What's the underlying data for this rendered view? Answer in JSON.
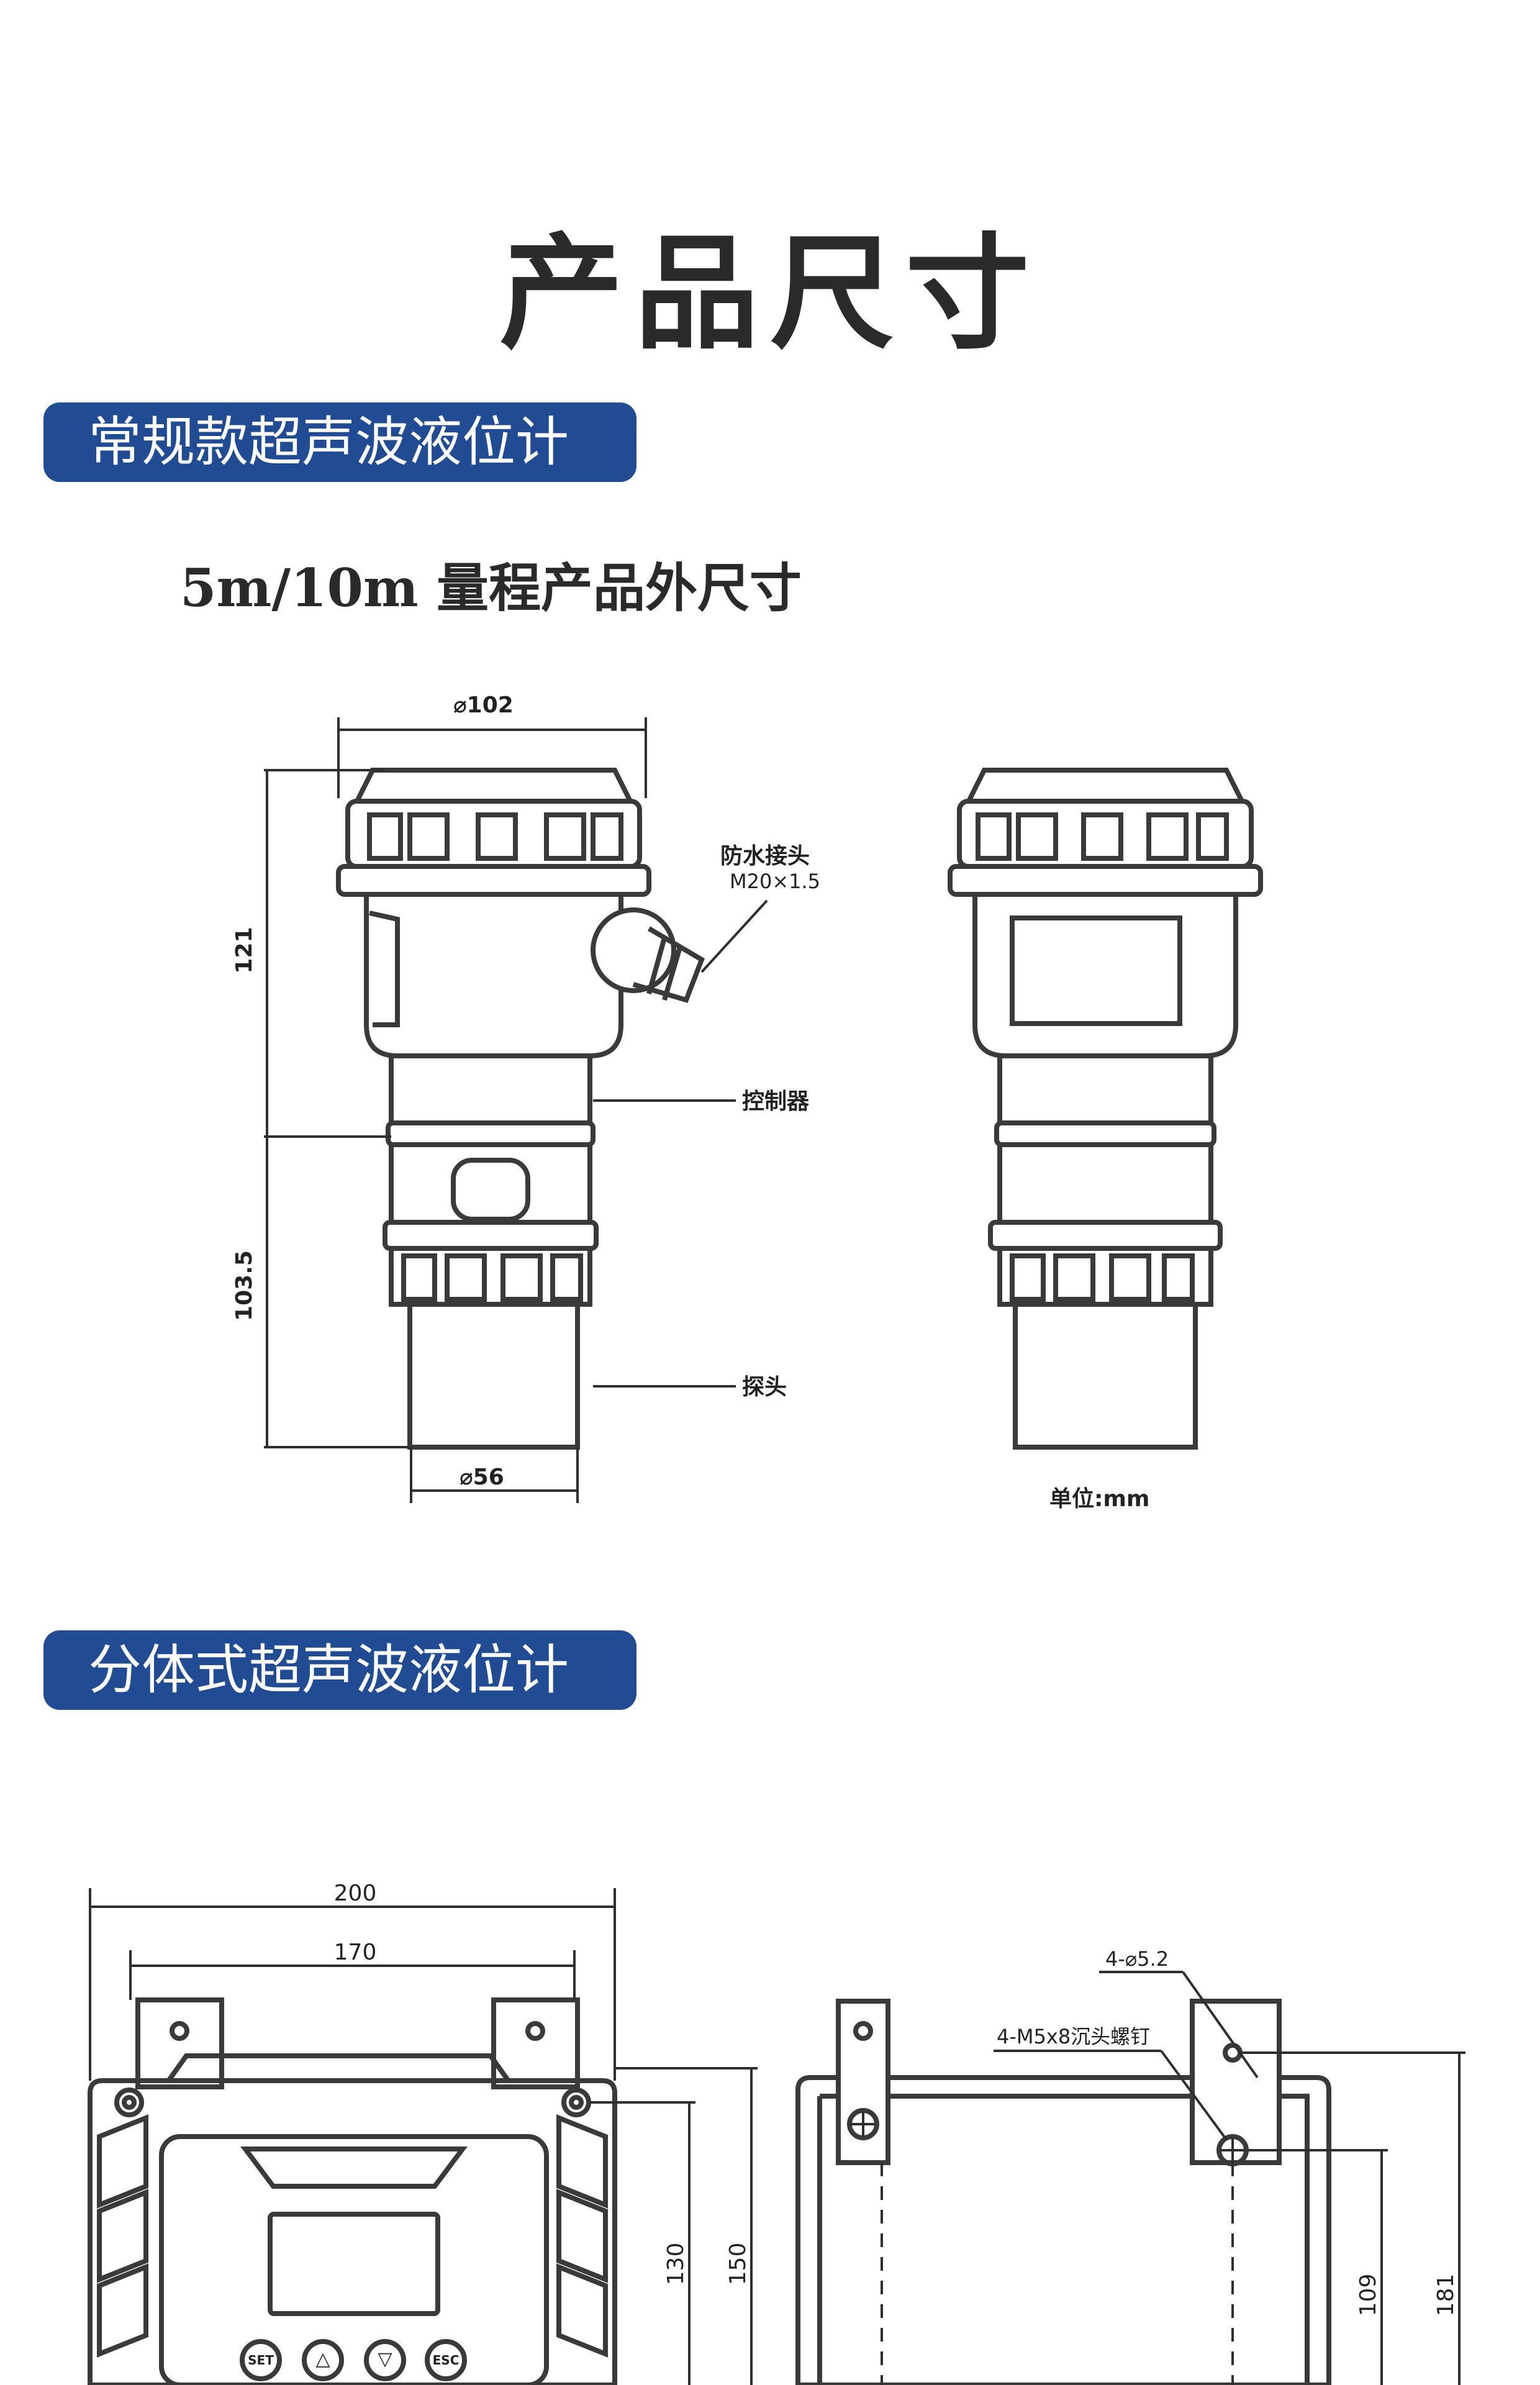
{
  "title": "产品尺寸",
  "sections": [
    {
      "label": "常规款超声波液位计",
      "subtitle": "5m/10m 量程产品外尺寸",
      "dimensions": {
        "top_diameter": "⌀102",
        "upper_height": "121",
        "lower_height": "103.5",
        "bottom_diameter": "⌀56"
      },
      "callouts": {
        "waterproof_joint": "防水接头",
        "thread_spec": "M20×1.5",
        "control_box": "控制器",
        "probe": "探头"
      },
      "unit": "单位:mm"
    },
    {
      "label": "分体式超声波液位计",
      "dimensions": {
        "overall_width": "200",
        "mount_width": "170",
        "height_a": "130",
        "height_b": "150",
        "hole_diameter": "4-⌀5.2",
        "screw_spec": "4-M5x8沉头螺钉",
        "height_c": "109",
        "height_d": "181"
      },
      "keys": [
        "SET",
        "△",
        "▽",
        "ESC"
      ]
    }
  ]
}
